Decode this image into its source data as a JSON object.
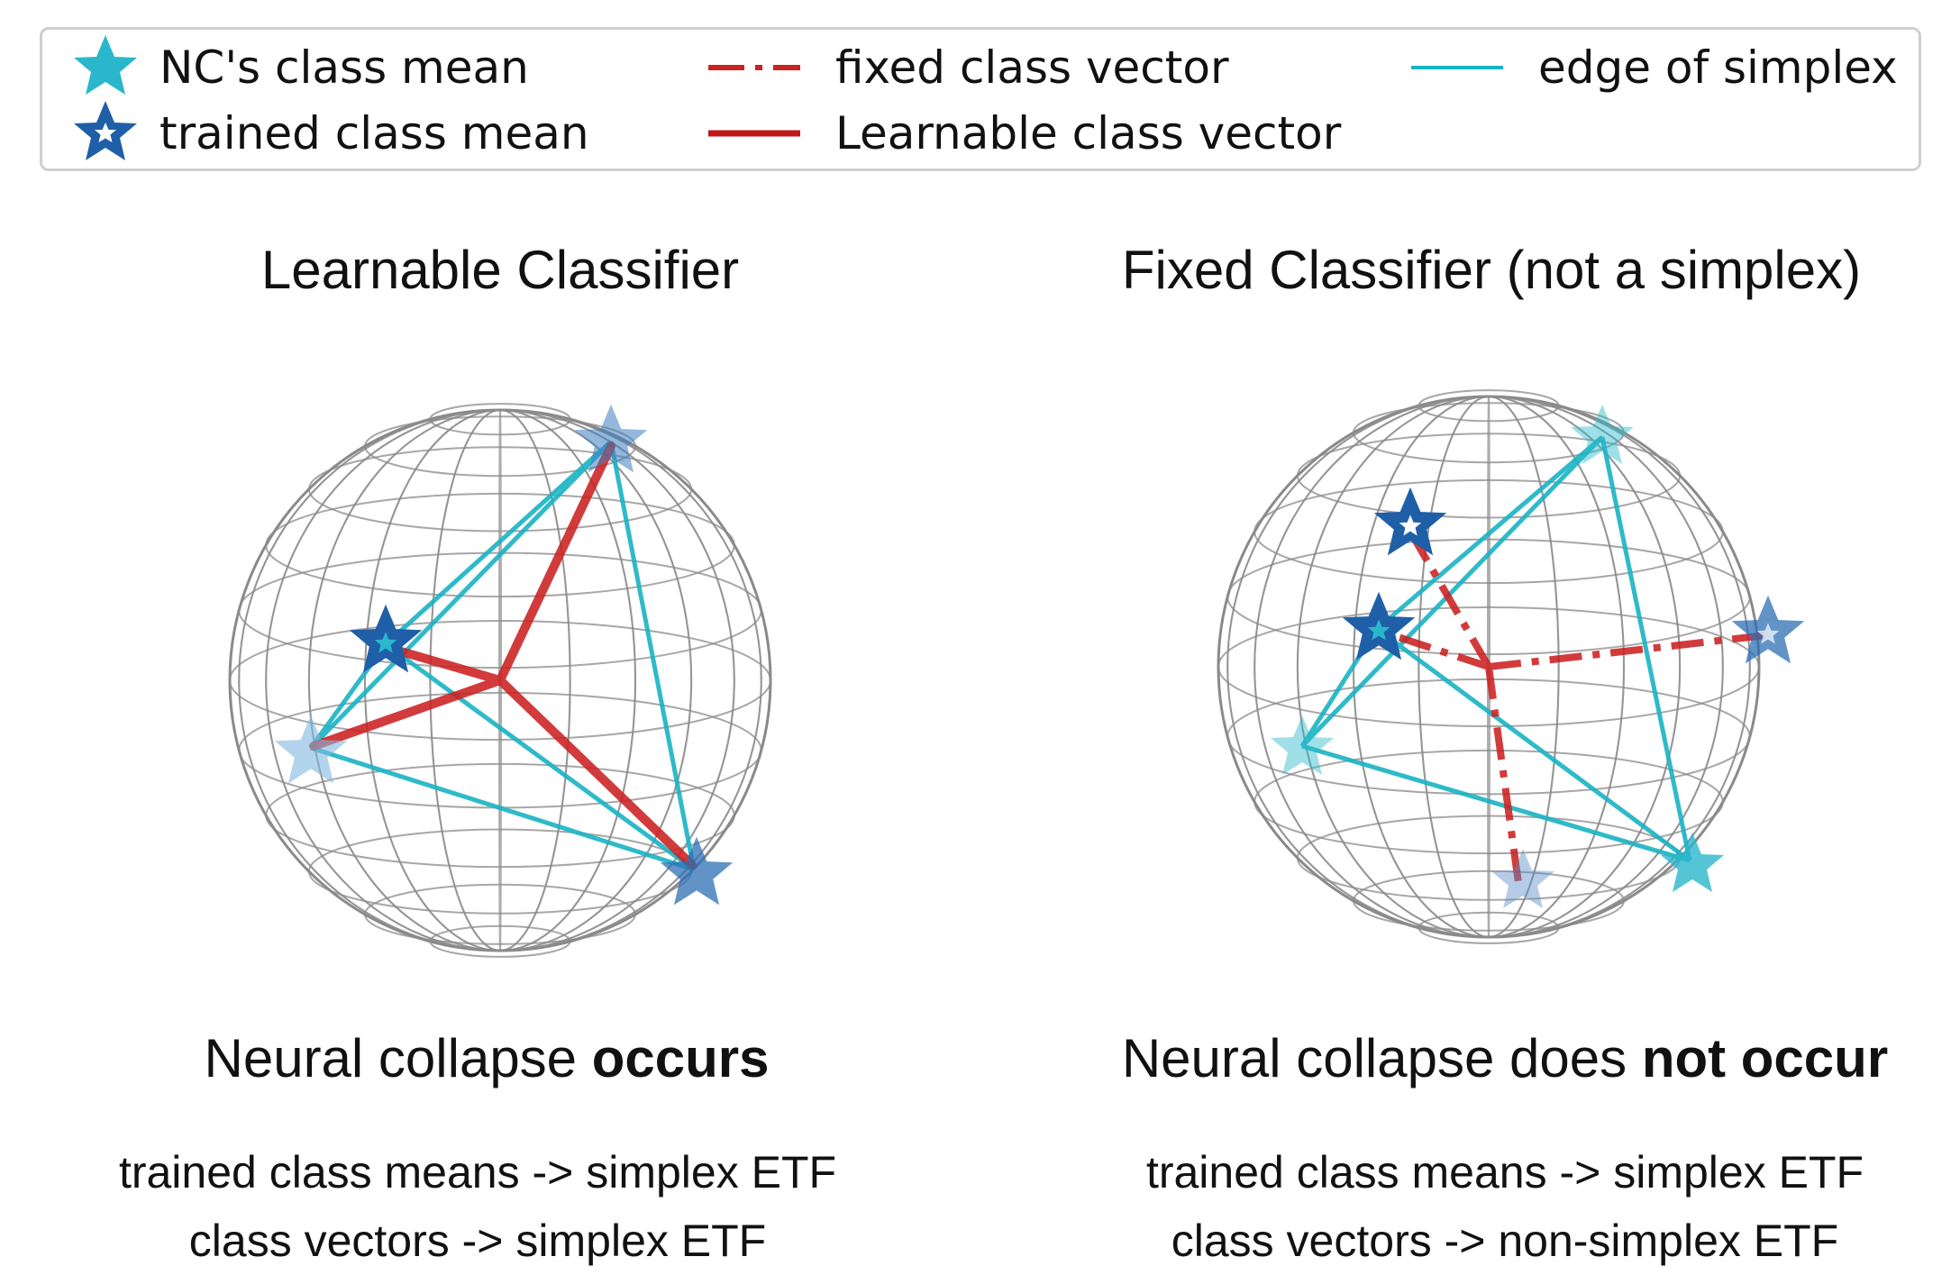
{
  "legend": {
    "items": [
      {
        "label": "NC's class mean",
        "icon": "light-star-icon"
      },
      {
        "label": "trained class mean",
        "icon": "dark-star-icon"
      },
      {
        "label": "fixed class vector",
        "icon": "dashdot-red-line-icon"
      },
      {
        "label": "Learnable class vector",
        "icon": "solid-red-line-icon"
      },
      {
        "label": "edge of simplex",
        "icon": "cyan-line-icon"
      }
    ]
  },
  "panels": [
    {
      "title": "Learnable Classifier",
      "caption_prefix": "Neural collapse ",
      "caption_bold": "occurs",
      "notes": [
        "trained class means -> simplex ETF",
        "class vectors -> simplex ETF"
      ]
    },
    {
      "title": "Fixed Classifier (not a simplex)",
      "caption_prefix": "Neural collapse does ",
      "caption_bold": "not occur",
      "notes": [
        "trained class means -> simplex ETF",
        "class vectors -> non-simplex ETF"
      ]
    }
  ],
  "colors": {
    "nc_mean": "#2ab7cc",
    "trained_mean": "#1f5fa8",
    "class_vector": "#cc2222",
    "simplex_edge": "#19b3c4",
    "wireframe": "#888888"
  }
}
